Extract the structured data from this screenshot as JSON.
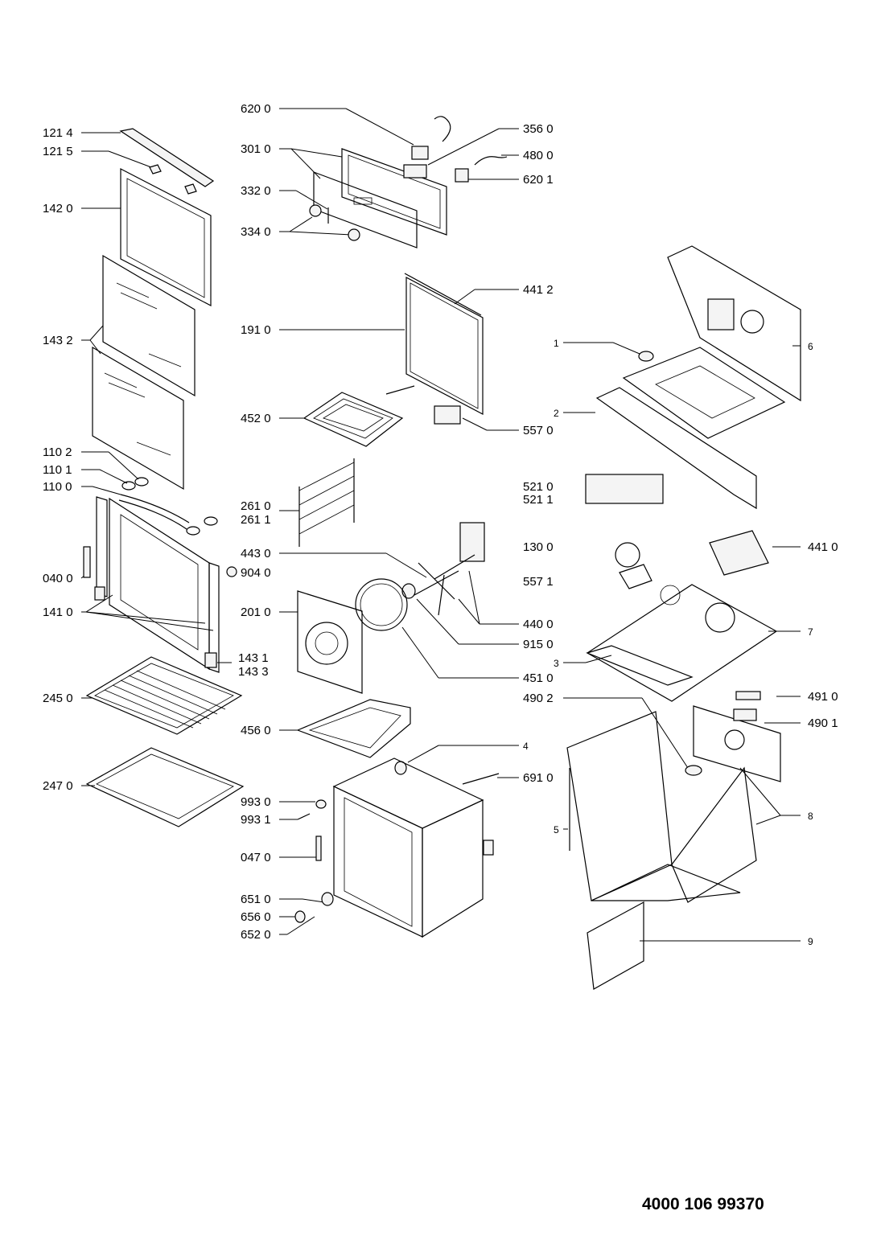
{
  "diagram": {
    "document_number": "4000 106 99370",
    "labels": [
      {
        "id": "p6200",
        "text": "620 0"
      },
      {
        "id": "p1214",
        "text": "121 4"
      },
      {
        "id": "p1215",
        "text": "121 5"
      },
      {
        "id": "p3010",
        "text": "301 0"
      },
      {
        "id": "p3560",
        "text": "356 0"
      },
      {
        "id": "p4800",
        "text": "480 0"
      },
      {
        "id": "p6201",
        "text": "620 1"
      },
      {
        "id": "p1420",
        "text": "142 0"
      },
      {
        "id": "p3320",
        "text": "332 0"
      },
      {
        "id": "p3340",
        "text": "334 0"
      },
      {
        "id": "p4412",
        "text": "441 2"
      },
      {
        "id": "p1432",
        "text": "143 2"
      },
      {
        "id": "p1910",
        "text": "191 0"
      },
      {
        "id": "p1",
        "text": "1"
      },
      {
        "id": "p6",
        "text": "6"
      },
      {
        "id": "p4520",
        "text": "452 0"
      },
      {
        "id": "p2",
        "text": "2"
      },
      {
        "id": "p5570",
        "text": "557 0"
      },
      {
        "id": "p1102",
        "text": "110 2"
      },
      {
        "id": "p1101",
        "text": "110 1"
      },
      {
        "id": "p1100",
        "text": "110 0"
      },
      {
        "id": "p5210",
        "text": "521 0"
      },
      {
        "id": "p5211",
        "text": "521 1"
      },
      {
        "id": "p2610",
        "text": "261 0"
      },
      {
        "id": "p2611",
        "text": "261 1"
      },
      {
        "id": "p4430",
        "text": "443 0"
      },
      {
        "id": "p1300",
        "text": "130 0"
      },
      {
        "id": "p4410",
        "text": "441 0"
      },
      {
        "id": "p0400",
        "text": "040 0"
      },
      {
        "id": "p9040",
        "text": "904 0"
      },
      {
        "id": "p5571",
        "text": "557 1"
      },
      {
        "id": "p1410",
        "text": "141 0"
      },
      {
        "id": "p2010",
        "text": "201 0"
      },
      {
        "id": "p4400",
        "text": "440 0"
      },
      {
        "id": "p7",
        "text": "7"
      },
      {
        "id": "p9150",
        "text": "915 0"
      },
      {
        "id": "p1431",
        "text": "143 1"
      },
      {
        "id": "p1433",
        "text": "143 3"
      },
      {
        "id": "p3",
        "text": "3"
      },
      {
        "id": "p4510",
        "text": "451 0"
      },
      {
        "id": "p2450",
        "text": "245 0"
      },
      {
        "id": "p4902",
        "text": "490 2"
      },
      {
        "id": "p4910",
        "text": "491 0"
      },
      {
        "id": "p4901",
        "text": "490 1"
      },
      {
        "id": "p4560",
        "text": "456 0"
      },
      {
        "id": "p4",
        "text": "4"
      },
      {
        "id": "p2470",
        "text": "247 0"
      },
      {
        "id": "p6910",
        "text": "691 0"
      },
      {
        "id": "p9930",
        "text": "993 0"
      },
      {
        "id": "p9931",
        "text": "993 1"
      },
      {
        "id": "p5",
        "text": "5"
      },
      {
        "id": "p8",
        "text": "8"
      },
      {
        "id": "p0470",
        "text": "047 0"
      },
      {
        "id": "p6510",
        "text": "651 0"
      },
      {
        "id": "p6560",
        "text": "656 0"
      },
      {
        "id": "p6520",
        "text": "652 0"
      },
      {
        "id": "p9",
        "text": "9"
      }
    ]
  }
}
